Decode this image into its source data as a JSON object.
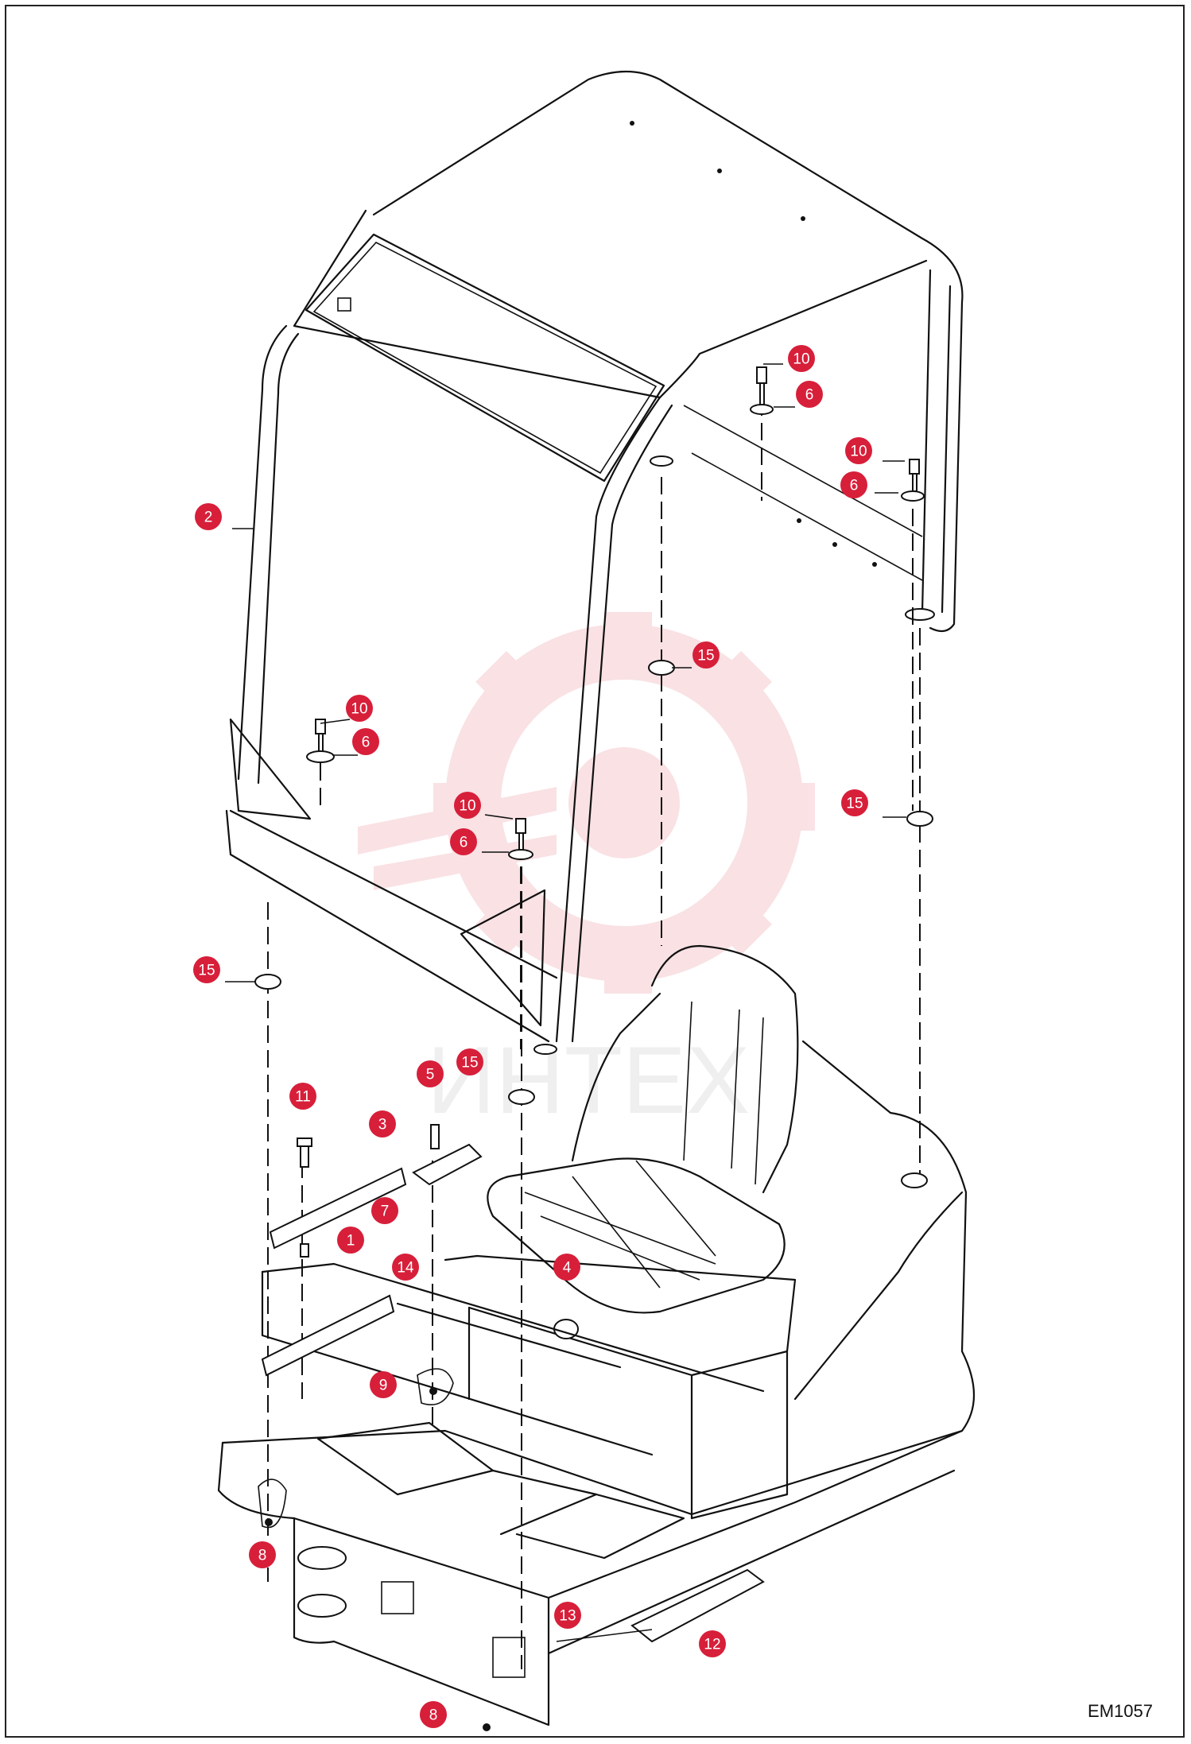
{
  "diagram": {
    "figure_code": "EM1057",
    "watermark": "ИНТЕХ",
    "accent_color": "#d71f3a",
    "callouts": [
      {
        "id": "c2",
        "label": "2"
      },
      {
        "id": "c10a",
        "label": "10"
      },
      {
        "id": "c6a",
        "label": "6"
      },
      {
        "id": "c10b",
        "label": "10"
      },
      {
        "id": "c6b",
        "label": "6"
      },
      {
        "id": "c15a",
        "label": "15"
      },
      {
        "id": "c10c",
        "label": "10"
      },
      {
        "id": "c6c",
        "label": "6"
      },
      {
        "id": "c10d",
        "label": "10"
      },
      {
        "id": "c6d",
        "label": "6"
      },
      {
        "id": "c15b",
        "label": "15"
      },
      {
        "id": "c15c",
        "label": "15"
      },
      {
        "id": "c15d",
        "label": "15"
      },
      {
        "id": "c5",
        "label": "5"
      },
      {
        "id": "c11",
        "label": "11"
      },
      {
        "id": "c3",
        "label": "3"
      },
      {
        "id": "c7",
        "label": "7"
      },
      {
        "id": "c1",
        "label": "1"
      },
      {
        "id": "c14",
        "label": "14"
      },
      {
        "id": "c4",
        "label": "4"
      },
      {
        "id": "c9",
        "label": "9"
      },
      {
        "id": "c8a",
        "label": "8"
      },
      {
        "id": "c13",
        "label": "13"
      },
      {
        "id": "c12",
        "label": "12"
      },
      {
        "id": "c8b",
        "label": "8"
      }
    ]
  }
}
